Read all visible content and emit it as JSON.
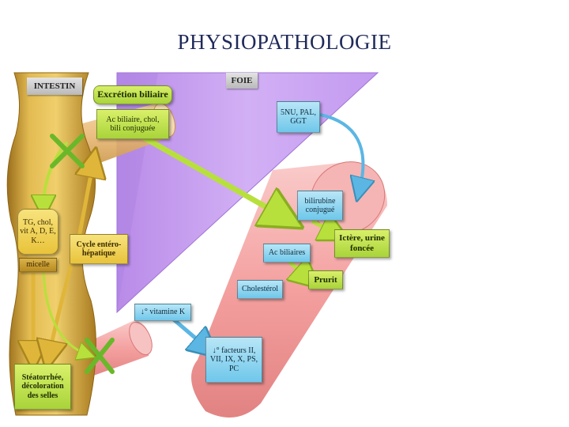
{
  "title": "PHYSIOPATHOLOGIE",
  "labels": {
    "intestin": "INTESTIN",
    "foie": "FOIE"
  },
  "boxes": {
    "excretion_title": "Excrétion biliaire",
    "excretion_detail": "Ac biliaire, chol,\nbili conjuguée",
    "snu": "5NU, PAL,\nGGT",
    "bilirubine": "bilirubine\nconjugué",
    "ictere": "Ictère, urine\nfoncée",
    "ac_biliaires": "Ac biliaires",
    "prurit": "Prurit",
    "cholesterol": "Cholestérol",
    "vitamine_k": "↓° vitamine K",
    "facteurs": "↓° facteurs II,\nVII, IX, X, PS,\nPC",
    "tg": "TG, chol,\nvit A, D, E,\nK…",
    "micelle": "micelle",
    "cycle": "Cycle entéro-\nhépatique",
    "steatorrhee": "Stéatorrhée,\ndécoloration\ndes selles"
  },
  "colors": {
    "liver": "#c9a2f0",
    "liver_edge": "#a173d6",
    "intestine": "#d4a53f",
    "tube": "#f4a7a6",
    "arrow_green": "#b8e03c",
    "arrow_blue": "#5cb6e3",
    "arrow_yellow": "#e0b63a",
    "cross": "#6ab82a",
    "title": "#1f2a5a"
  }
}
